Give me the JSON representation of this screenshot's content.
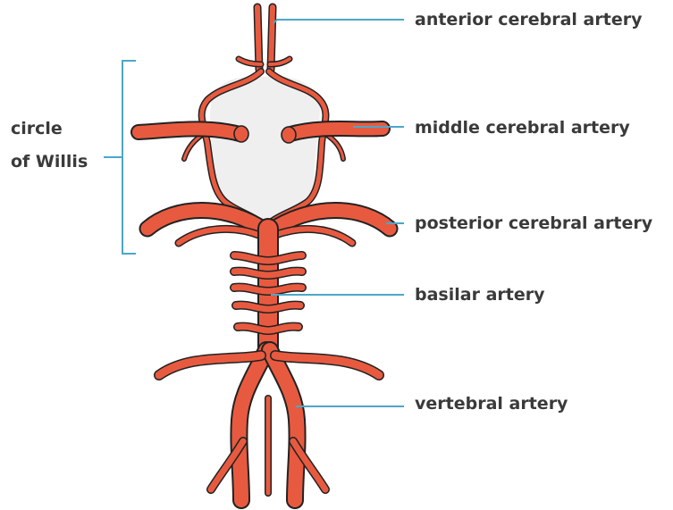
{
  "labels": {
    "anterior": "anterior cerebral artery",
    "middle": "middle cerebral artery",
    "posterior": "posterior cerebral artery",
    "basilar": "basilar artery",
    "vertebral": "vertebral artery"
  },
  "circle_label": {
    "line1": "circle",
    "line2": "of Willis"
  },
  "colors": {
    "artery": "#e85a3f",
    "outline": "#222222",
    "interior": "#efefef",
    "leader": "#4da6c8",
    "text": "#3a3a3a"
  }
}
